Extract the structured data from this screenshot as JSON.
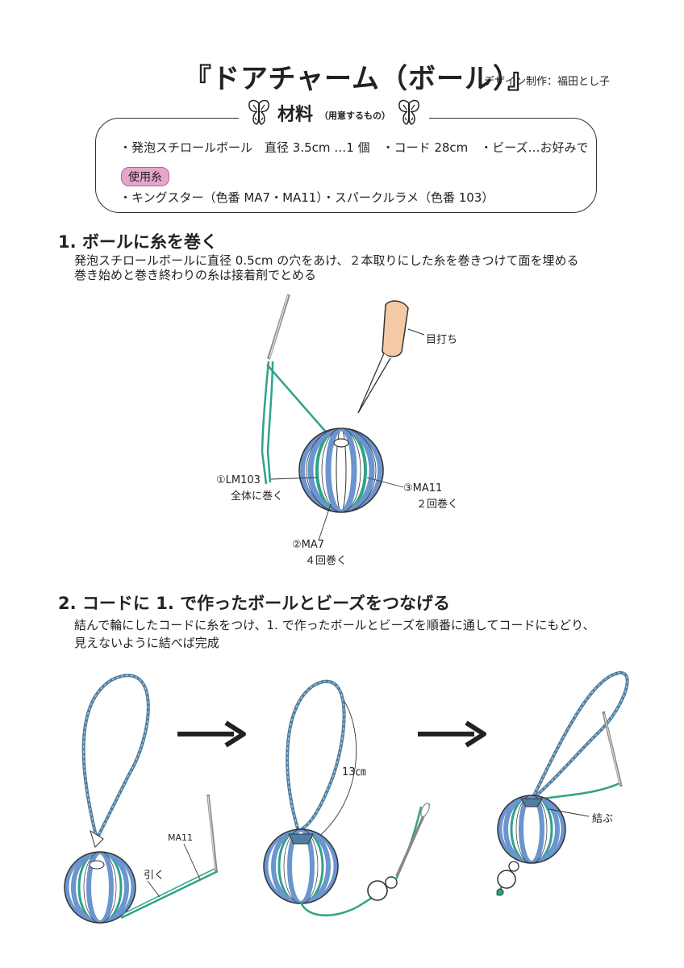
{
  "header": {
    "title": "『ドアチャーム（ボール）』",
    "credit": "デザイン制作：福田とし子"
  },
  "materials": {
    "heading": "材料",
    "heading_sub": "（用意するもの）",
    "line1": "・発泡スチロールボール　直径 3.5cm …1 個　・コード 28cm　・ビーズ…お好みで",
    "yarn_label": "使用糸",
    "line2": "・キングスター（色番 MA7・MA11）・スパークルラメ（色番 103）"
  },
  "step1": {
    "title": "1. ボールに糸を巻く",
    "desc_line1": "発泡スチロールボールに直径 0.5cm の穴をあけ、２本取りにした糸を巻きつけて面を埋める",
    "desc_line2": "巻き始めと巻き終わりの糸は接着剤でとめる",
    "label_tool": "目打ち",
    "label_lm103": "①LM103",
    "label_lm103_sub": "全体に巻く",
    "label_ma11": "③MA11",
    "label_ma11_sub": "２回巻く",
    "label_ma7": "②MA7",
    "label_ma7_sub": "４回巻く"
  },
  "step2": {
    "title": "2. コードに 1. で作ったボールとビーズをつなげる",
    "desc_line1": "結んで輪にしたコードに糸をつけ、1. で作ったボールとビーズを順番に通してコードにもどり、",
    "desc_line2": "見えないように結べば完成",
    "label_ma11": "MA11",
    "label_pull": "引く",
    "label_13cm": "13㎝",
    "label_tie": "結ぶ"
  },
  "icons": [
    "butterfly-icon",
    "arrow-right-icon"
  ],
  "colors": {
    "blue_stripe": "#6b95cf",
    "green_stripe": "#2fa38a",
    "cord": "#4f7ea0",
    "handle": "#f3c9a6",
    "badge": "#e7a5c9"
  }
}
